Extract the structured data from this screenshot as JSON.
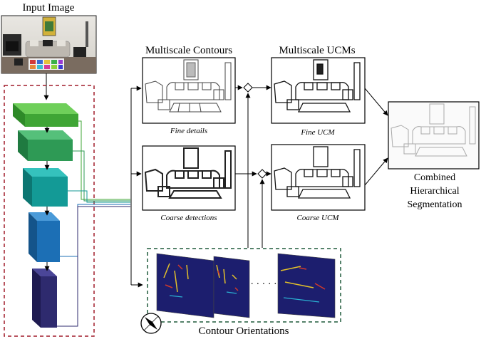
{
  "labels": {
    "input_image": "Input Image",
    "multiscale_contours": "Multiscale Contours",
    "multiscale_ucms": "Multiscale UCMs",
    "fine_details": "Fine details",
    "coarse_detections": "Coarse detections",
    "fine_ucm": "Fine UCM",
    "coarse_ucm": "Coarse UCM",
    "combined_line1": "Combined",
    "combined_line2": "Hierarchical",
    "combined_line3": "Segmentation",
    "contour_orientations": "Contour Orientations",
    "ellipsis": "· · · · ·"
  },
  "colors": {
    "cnn_dashed_border": "#a01c2a",
    "orientation_dashed_border": "#1f5a3a",
    "cnn_block_1": "#3fa535",
    "cnn_block_2": "#2e9a55",
    "cnn_block_3": "#139a96",
    "cnn_block_4": "#1c6fb5",
    "cnn_block_5": "#2e2a6e",
    "heatmap_bg": "#1c1e6e",
    "arrow": "#000000"
  },
  "icons": {
    "compass": "compass-icon",
    "merge_node": "diamond-merge-icon"
  }
}
